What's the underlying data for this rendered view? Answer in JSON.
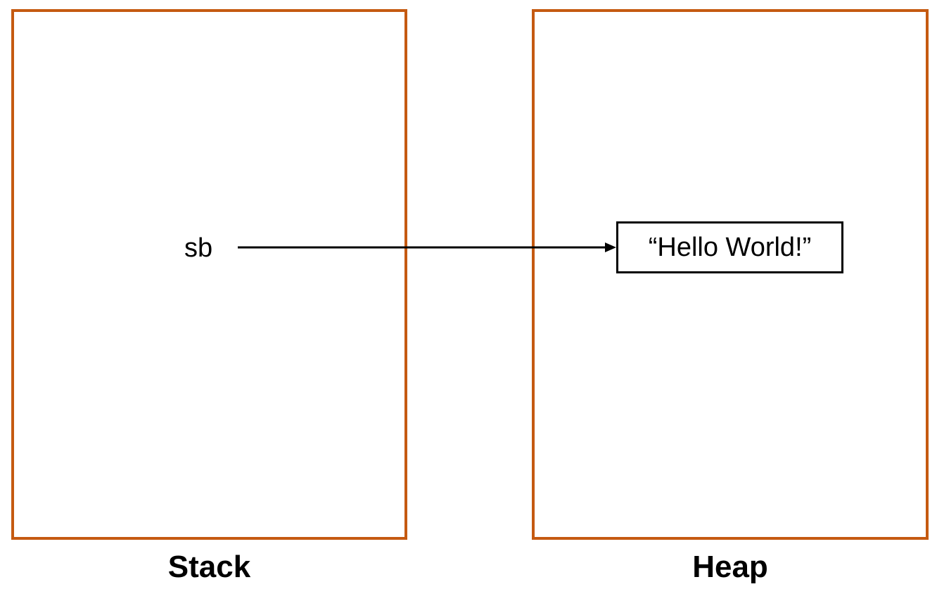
{
  "diagram": {
    "stack": {
      "label": "Stack",
      "variable": "sb"
    },
    "heap": {
      "label": "Heap",
      "object_value": "“Hello World!”"
    },
    "colors": {
      "region_border": "#c55a11",
      "arrow": "#000000",
      "text": "#000000"
    }
  }
}
